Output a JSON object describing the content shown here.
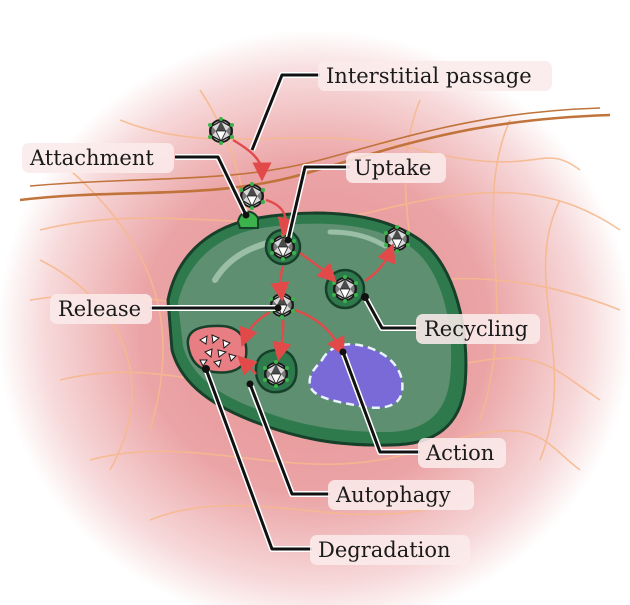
{
  "labels": {
    "interstitial_passage": "Interstitial passage",
    "attachment": "Attachment",
    "uptake": "Uptake",
    "release": "Release",
    "recycling": "Recycling",
    "action": "Action",
    "autophagy": "Autophagy",
    "degradation": "Degradation"
  },
  "colors": {
    "tissue": "#e9a0a2",
    "fiber_light": "#f6b98e",
    "fiber_dark": "#c0733a",
    "cell": "#5e8f70",
    "cell_edge": "#17402a",
    "cell_rim": "#2a6b44",
    "nucleus": "#7a6ad8",
    "lysosome": "#e87d84",
    "arrow": "#e24a4a"
  }
}
